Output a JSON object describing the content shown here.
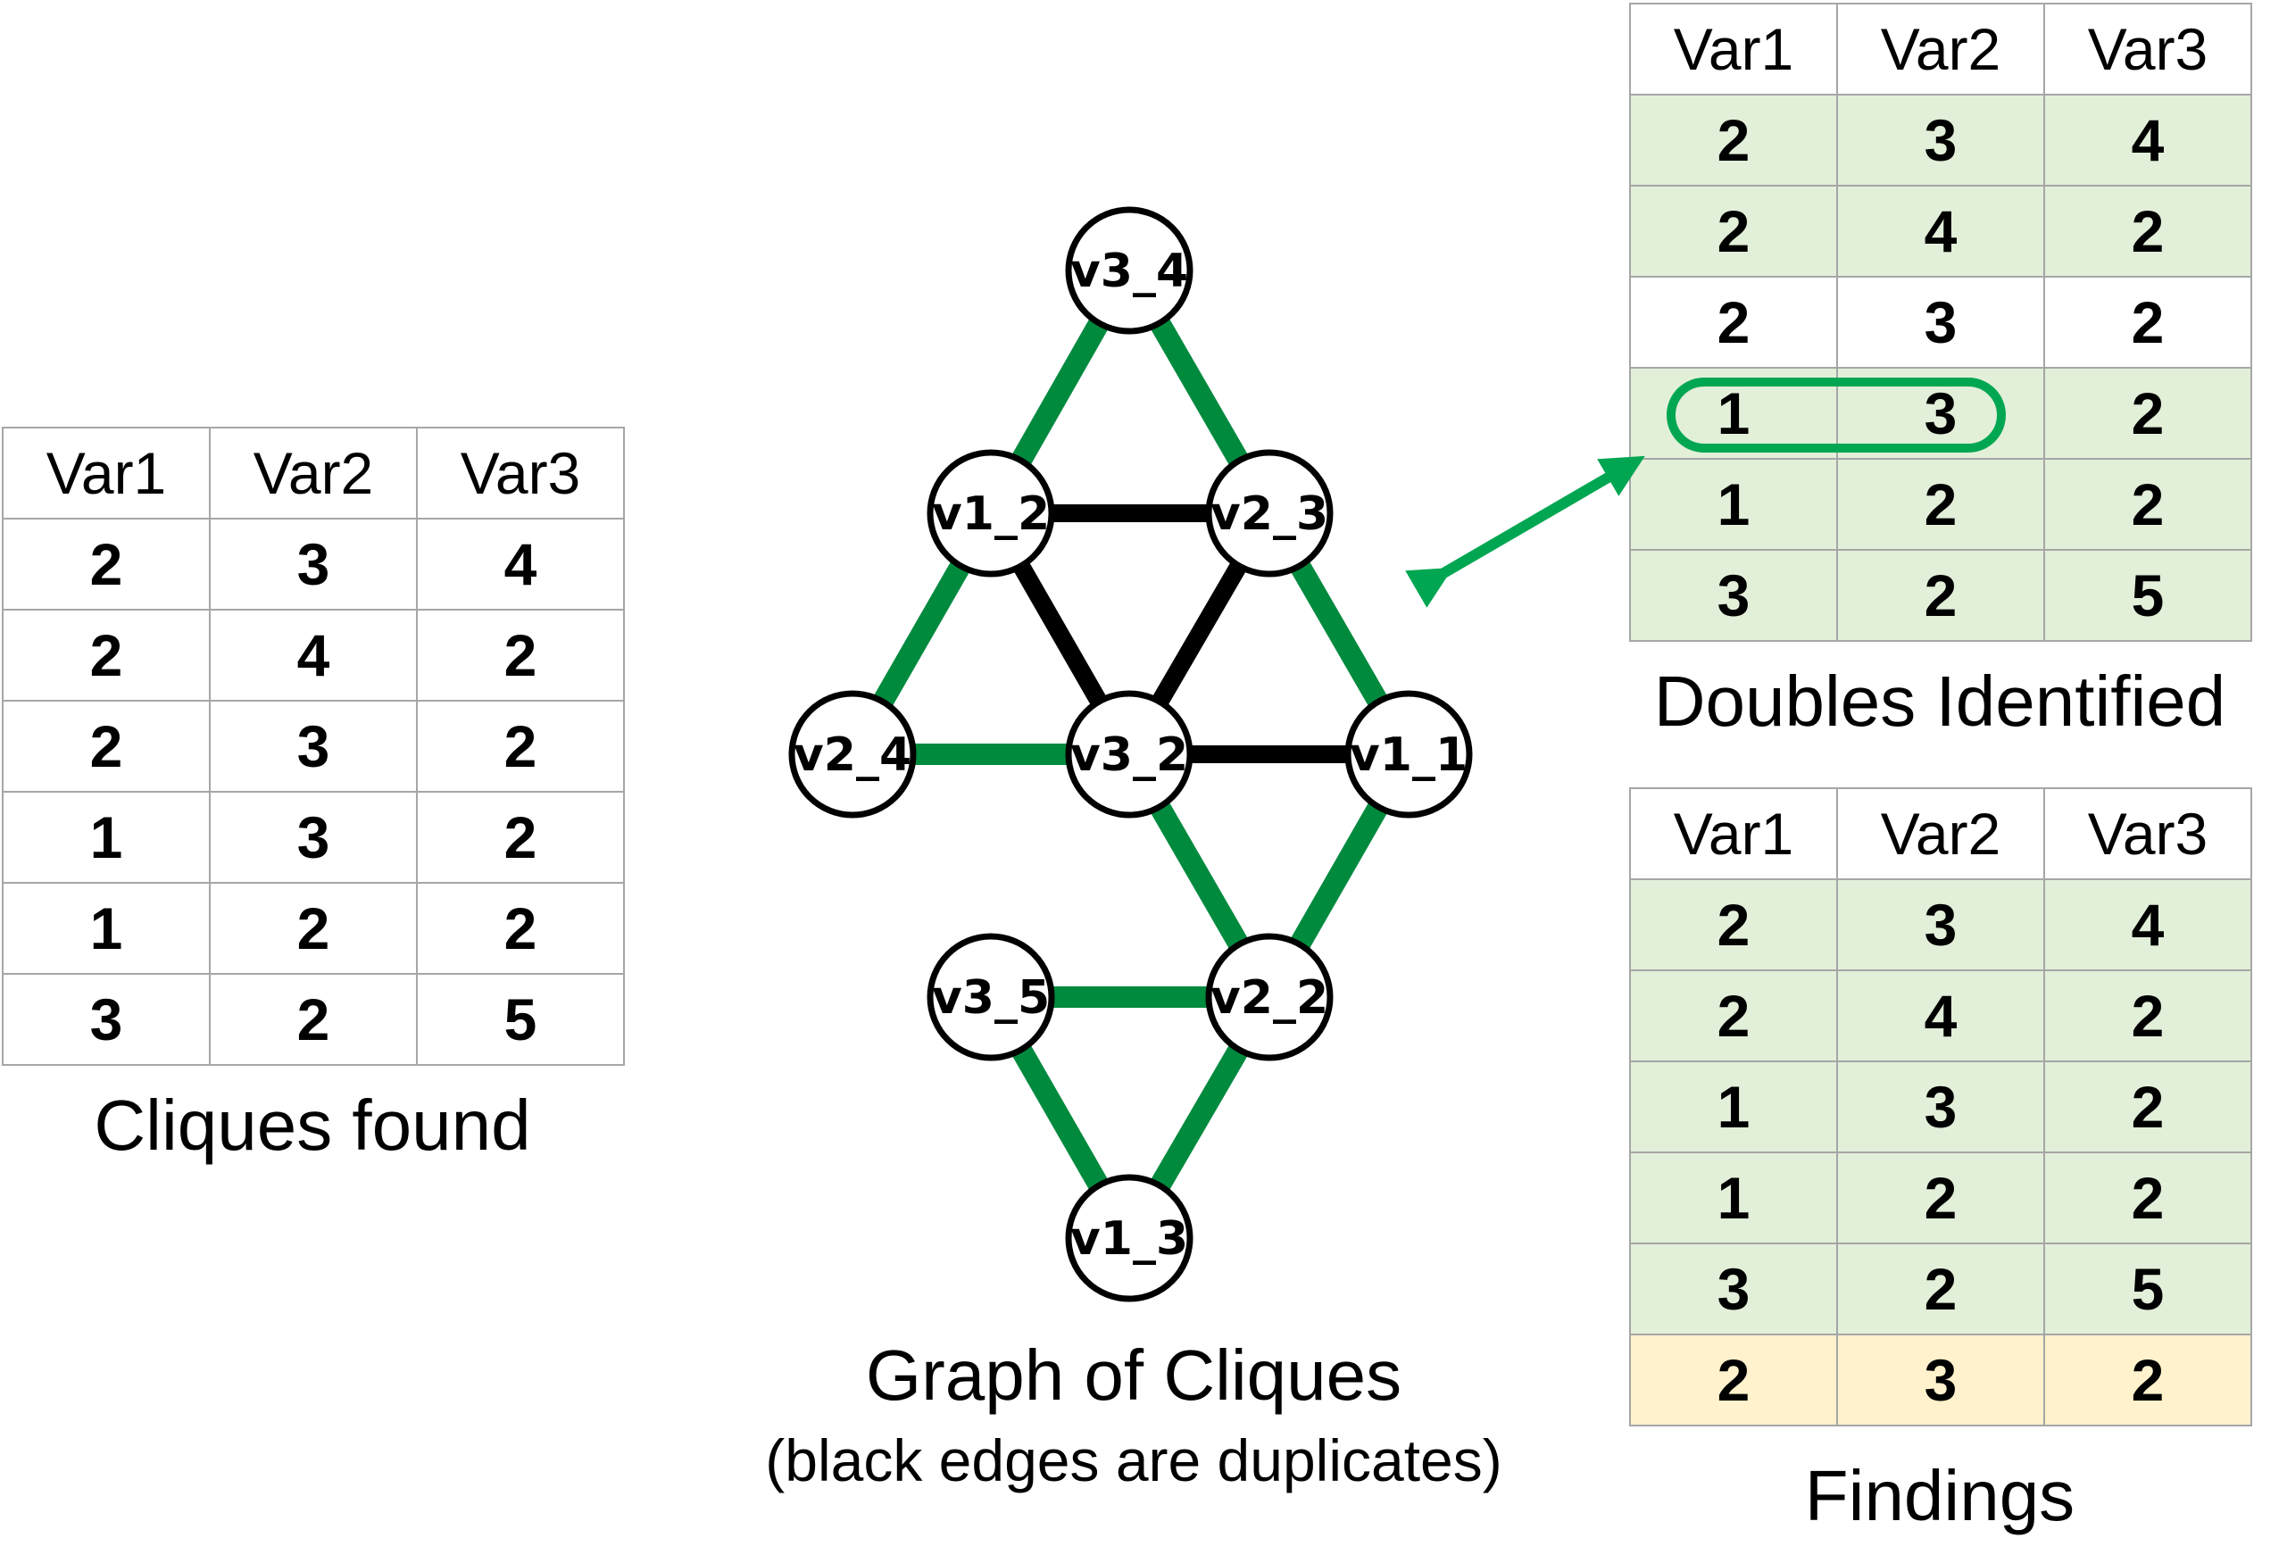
{
  "cliques_table": {
    "headers": [
      "Var1",
      "Var2",
      "Var3"
    ],
    "rows": [
      [
        "2",
        "3",
        "4"
      ],
      [
        "2",
        "4",
        "2"
      ],
      [
        "2",
        "3",
        "2"
      ],
      [
        "1",
        "3",
        "2"
      ],
      [
        "1",
        "2",
        "2"
      ],
      [
        "3",
        "2",
        "5"
      ]
    ],
    "caption": "Cliques found"
  },
  "doubles_table": {
    "headers": [
      "Var1",
      "Var2",
      "Var3"
    ],
    "rows": [
      [
        "2",
        "3",
        "4"
      ],
      [
        "2",
        "4",
        "2"
      ],
      [
        "2",
        "3",
        "2"
      ],
      [
        "1",
        "3",
        "2"
      ],
      [
        "1",
        "2",
        "2"
      ],
      [
        "3",
        "2",
        "5"
      ]
    ],
    "caption": "Doubles Identified"
  },
  "findings_table": {
    "headers": [
      "Var1",
      "Var2",
      "Var3"
    ],
    "rows": [
      [
        "2",
        "3",
        "4"
      ],
      [
        "2",
        "4",
        "2"
      ],
      [
        "1",
        "3",
        "2"
      ],
      [
        "1",
        "2",
        "2"
      ],
      [
        "3",
        "2",
        "5"
      ],
      [
        "2",
        "3",
        "2"
      ]
    ],
    "caption": "Findings"
  },
  "graph": {
    "caption": "Graph of Cliques",
    "subcaption": "(black edges are duplicates)",
    "nodes": [
      "v3_4",
      "v1_2",
      "v2_3",
      "v2_4",
      "v3_2",
      "v1_1",
      "v3_5",
      "v2_2",
      "v1_3"
    ],
    "edges": [
      {
        "from": "v3_4",
        "to": "v1_2",
        "type": "normal"
      },
      {
        "from": "v3_4",
        "to": "v2_3",
        "type": "normal"
      },
      {
        "from": "v1_2",
        "to": "v2_3",
        "type": "duplicate"
      },
      {
        "from": "v1_2",
        "to": "v2_4",
        "type": "normal"
      },
      {
        "from": "v1_2",
        "to": "v3_2",
        "type": "duplicate"
      },
      {
        "from": "v2_3",
        "to": "v3_2",
        "type": "duplicate"
      },
      {
        "from": "v2_3",
        "to": "v1_1",
        "type": "normal"
      },
      {
        "from": "v2_4",
        "to": "v3_2",
        "type": "normal"
      },
      {
        "from": "v3_2",
        "to": "v1_1",
        "type": "duplicate"
      },
      {
        "from": "v3_2",
        "to": "v2_2",
        "type": "normal"
      },
      {
        "from": "v1_1",
        "to": "v2_2",
        "type": "normal"
      },
      {
        "from": "v3_5",
        "to": "v2_2",
        "type": "normal"
      },
      {
        "from": "v3_5",
        "to": "v1_3",
        "type": "normal"
      },
      {
        "from": "v2_2",
        "to": "v1_3",
        "type": "normal"
      }
    ]
  },
  "colors": {
    "normal_edge": "#008a3e",
    "duplicate_edge": "#000000",
    "arrow": "#00a651",
    "row_green": "#e2efd9",
    "row_yellow": "#fff2cc",
    "grid_border": "#a6a6a6"
  },
  "row_highlights": {
    "doubles": [
      "g",
      "g",
      "w",
      "g",
      "g",
      "g"
    ],
    "findings": [
      "g",
      "g",
      "g",
      "g",
      "g",
      "y"
    ]
  }
}
